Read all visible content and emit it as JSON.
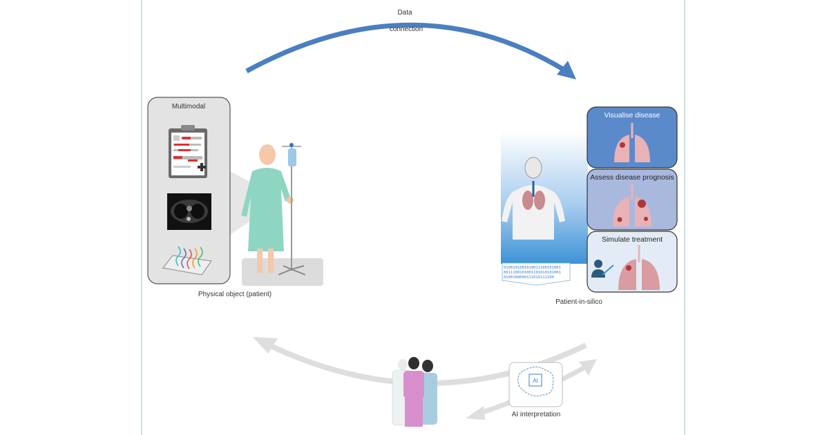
{
  "top_arrow": {
    "label_line1": "Data",
    "label_line2": "connection",
    "color": "#4a7fc1"
  },
  "physical": {
    "panel_title": "Multimodal",
    "caption": "Physical object (patient)"
  },
  "silico": {
    "boxes": [
      {
        "label": "Visualise disease",
        "color": "#5b8acb",
        "text_color": "#ffffff"
      },
      {
        "label": "Assess disease prognosis",
        "color": "#a9b9de",
        "text_color": "#222222"
      },
      {
        "label": "Simulate treatment",
        "color": "#e3ecf6",
        "text_color": "#222222"
      }
    ],
    "binary_lines": [
      "0100101001010011100101001",
      "0011100101001101010101001",
      "0100100000111010111100"
    ],
    "caption": "Patient-in-silico"
  },
  "ai": {
    "chip_label": "AI",
    "caption": "AI interpretation"
  },
  "colors": {
    "frame": "#9cc7be",
    "feedback_arrow": "#dedede"
  }
}
